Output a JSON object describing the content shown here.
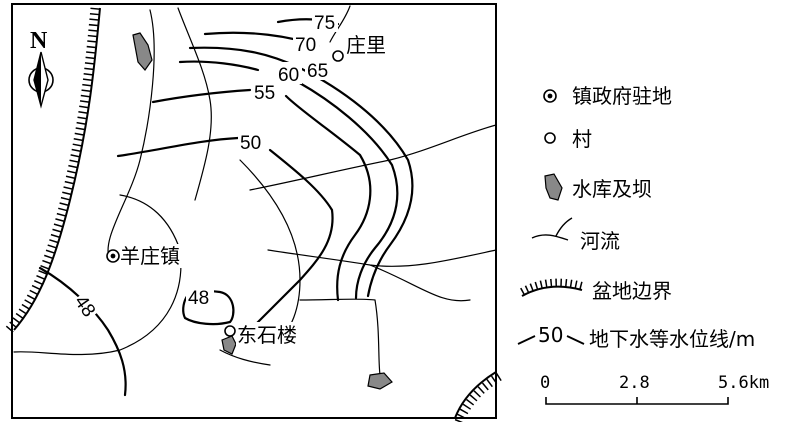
{
  "north_label": "N",
  "places": {
    "zhuangli": "庄里",
    "yangzhuang": "羊庄镇",
    "dongshilou": "东石楼"
  },
  "contours": {
    "c75": "75",
    "c70": "70",
    "c65": "65",
    "c60": "60",
    "c55": "55",
    "c50": "50",
    "c48_west": "48",
    "c48_loop": "48"
  },
  "legend": {
    "town_seat": "镇政府驻地",
    "village": "村",
    "reservoir": "水库及坝",
    "river": "河流",
    "basin_boundary": "盆地边界",
    "water_table_value": "50",
    "water_table": "地下水等水位线/m"
  },
  "scale": {
    "tick_0": "0",
    "tick_1": "2.8",
    "tick_2": "5.6km"
  },
  "colors": {
    "ink": "#000000",
    "reservoir_fill": "#888888"
  }
}
